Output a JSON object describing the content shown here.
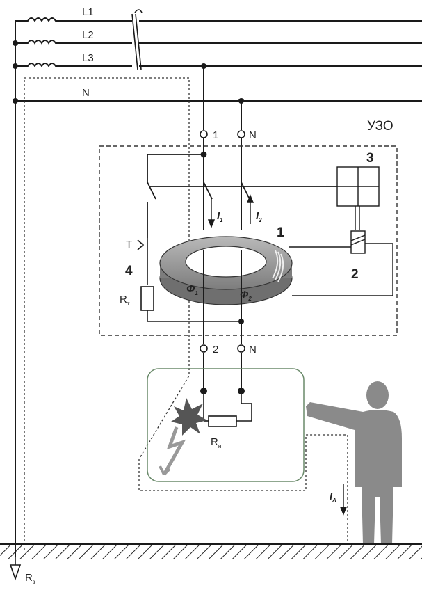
{
  "title": "",
  "lines": {
    "l1": "L1",
    "l2": "L2",
    "l3": "L3",
    "n": "N"
  },
  "device": {
    "label": "УЗО"
  },
  "terminals": {
    "in_phase": "1",
    "in_neutral": "N",
    "out_phase": "2",
    "out_neutral": "N"
  },
  "parts": {
    "p1": "1",
    "p2": "2",
    "p3": "3",
    "p4": "4"
  },
  "test_button": "T",
  "currents": {
    "i1": "I",
    "i1_sub": "1",
    "i2": "I",
    "i2_sub": "2",
    "idelta": "I",
    "idelta_sub": "Δ"
  },
  "flux": {
    "f1": "Φ",
    "f1_sub": "1",
    "f2": "Φ",
    "f2_sub": "2"
  },
  "resistors": {
    "rt": "R",
    "rt_sub": "т",
    "rn": "R",
    "rn_sub": "н",
    "rz": "R",
    "rz_sub": "з"
  },
  "colors": {
    "line": "#1a1a1a",
    "ring_top": "#9c9c9c",
    "ring_side": "#6f6f6f",
    "person": "#8a8a8a",
    "spark": "#666666",
    "appliance_border": "#6a8a6a"
  }
}
